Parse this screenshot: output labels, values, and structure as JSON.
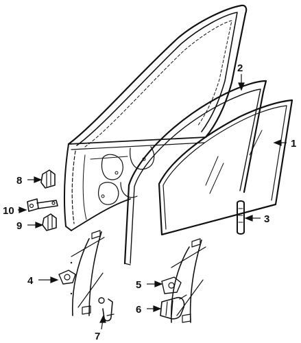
{
  "diagram": {
    "kind": "exploded-parts-diagram",
    "colors": {
      "line": "#111111",
      "background": "#ffffff"
    },
    "callouts": [
      {
        "id": "1",
        "label": "1",
        "part": "door-glass"
      },
      {
        "id": "2",
        "label": "2",
        "part": "glass-run-channel"
      },
      {
        "id": "3",
        "label": "3",
        "part": "rear-channel"
      },
      {
        "id": "4",
        "label": "4",
        "part": "regulator-manual"
      },
      {
        "id": "5",
        "label": "5",
        "part": "regulator-power"
      },
      {
        "id": "6",
        "label": "6",
        "part": "motor"
      },
      {
        "id": "7",
        "label": "7",
        "part": "handle"
      },
      {
        "id": "8",
        "label": "8",
        "part": "upper-hinge"
      },
      {
        "id": "9",
        "label": "9",
        "part": "lower-hinge"
      },
      {
        "id": "10",
        "label": "10",
        "part": "door-check"
      }
    ]
  }
}
